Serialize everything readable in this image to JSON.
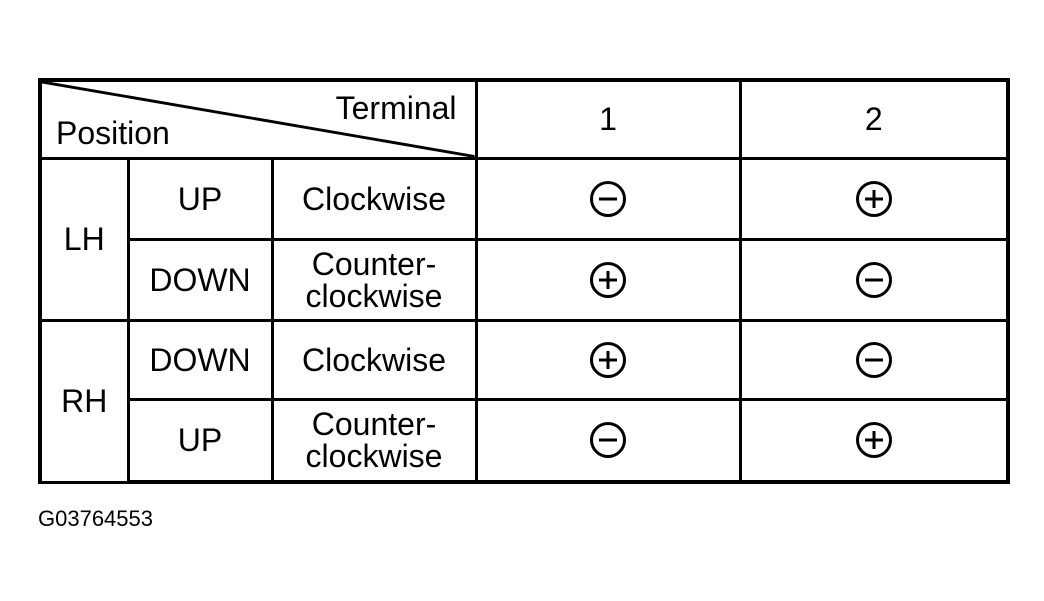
{
  "header": {
    "terminal_label": "Terminal",
    "position_label": "Position",
    "terminal_1": "1",
    "terminal_2": "2"
  },
  "rows": [
    {
      "side": "LH",
      "switch": "UP",
      "direction": "Clockwise",
      "terminal_1": "minus",
      "terminal_2": "plus"
    },
    {
      "side": "LH",
      "switch": "DOWN",
      "direction_line1": "Counter-",
      "direction_line2": "clockwise",
      "terminal_1": "plus",
      "terminal_2": "minus"
    },
    {
      "side": "RH",
      "switch": "DOWN",
      "direction": "Clockwise",
      "terminal_1": "plus",
      "terminal_2": "minus"
    },
    {
      "side": "RH",
      "switch": "UP",
      "direction_line1": "Counter-",
      "direction_line2": "clockwise",
      "terminal_1": "minus",
      "terminal_2": "plus"
    }
  ],
  "groups": {
    "lh": "LH",
    "rh": "RH"
  },
  "figure_id": "G03764553",
  "icons": {
    "plus": "plus-circle-icon",
    "minus": "minus-circle-icon"
  }
}
